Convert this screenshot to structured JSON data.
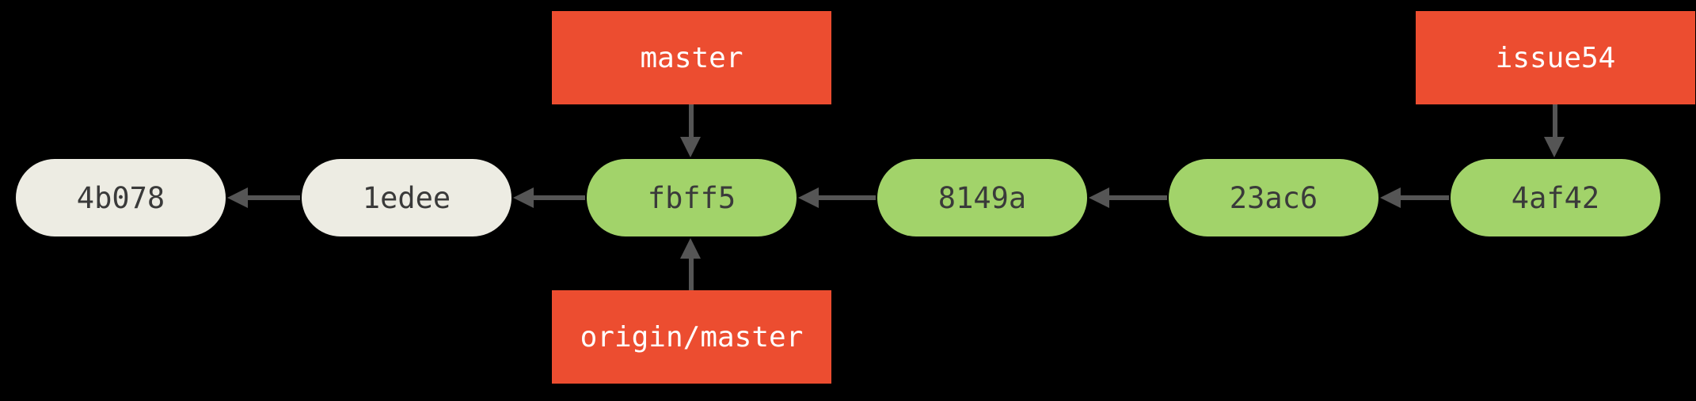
{
  "diagram": {
    "type": "git-commit-graph",
    "commits": [
      {
        "id": "4b078",
        "style": "gray"
      },
      {
        "id": "1edee",
        "style": "gray"
      },
      {
        "id": "fbff5",
        "style": "green"
      },
      {
        "id": "8149a",
        "style": "green"
      },
      {
        "id": "23ac6",
        "style": "green"
      },
      {
        "id": "4af42",
        "style": "green"
      }
    ],
    "refs": [
      {
        "label": "master",
        "target": "fbff5",
        "position": "above"
      },
      {
        "label": "origin/master",
        "target": "fbff5",
        "position": "below"
      },
      {
        "label": "issue54",
        "target": "4af42",
        "position": "above"
      }
    ],
    "edges": [
      {
        "from": "1edee",
        "to": "4b078"
      },
      {
        "from": "fbff5",
        "to": "1edee"
      },
      {
        "from": "8149a",
        "to": "fbff5"
      },
      {
        "from": "23ac6",
        "to": "8149a"
      },
      {
        "from": "4af42",
        "to": "23ac6"
      }
    ],
    "colors": {
      "background": "#000000",
      "ref_bg": "#ec4d30",
      "ref_text": "#ffffff",
      "commit_old_bg": "#edece3",
      "commit_new_bg": "#a2d36a",
      "commit_text": "#3a3a3a",
      "arrow": "#555555"
    }
  }
}
